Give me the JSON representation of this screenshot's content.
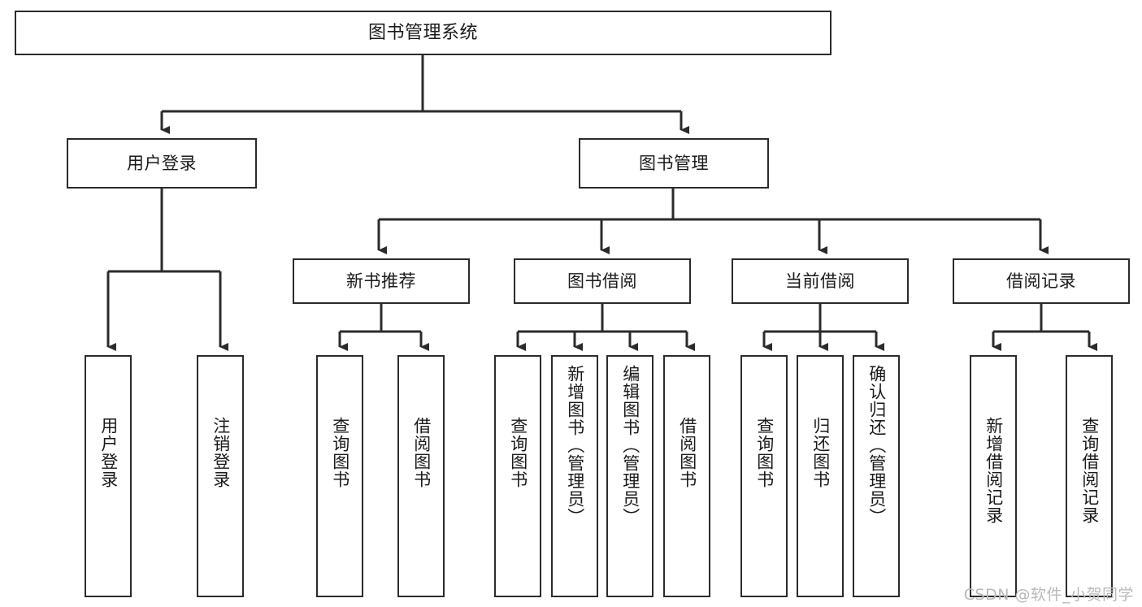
{
  "diagram": {
    "title": "图书管理系统",
    "type": "hierarchy-tree",
    "root": {
      "label": "图书管理系统"
    },
    "level2": [
      {
        "label": "用户登录"
      },
      {
        "label": "图书管理"
      }
    ],
    "level3": [
      {
        "label": "新书推荐"
      },
      {
        "label": "图书借阅"
      },
      {
        "label": "当前借阅"
      },
      {
        "label": "借阅记录"
      }
    ],
    "leaves": [
      {
        "label": "用户登录"
      },
      {
        "label": "注销登录"
      },
      {
        "label": "查询图书"
      },
      {
        "label": "借阅图书"
      },
      {
        "label": "查询图书"
      },
      {
        "label": "新增图书（管理员）"
      },
      {
        "label": "编辑图书（管理员）"
      },
      {
        "label": "借阅图书"
      },
      {
        "label": "查询图书"
      },
      {
        "label": "归还图书"
      },
      {
        "label": "确认归还（管理员）"
      },
      {
        "label": "新增借阅记录"
      },
      {
        "label": "查询借阅记录"
      }
    ]
  },
  "watermark": {
    "text": "CSDN @软件_小贺同学"
  },
  "colors": {
    "border": "#2b2b2b",
    "background": "#ffffff",
    "text": "#1a1a1a",
    "watermark": "#b9b9b9"
  }
}
